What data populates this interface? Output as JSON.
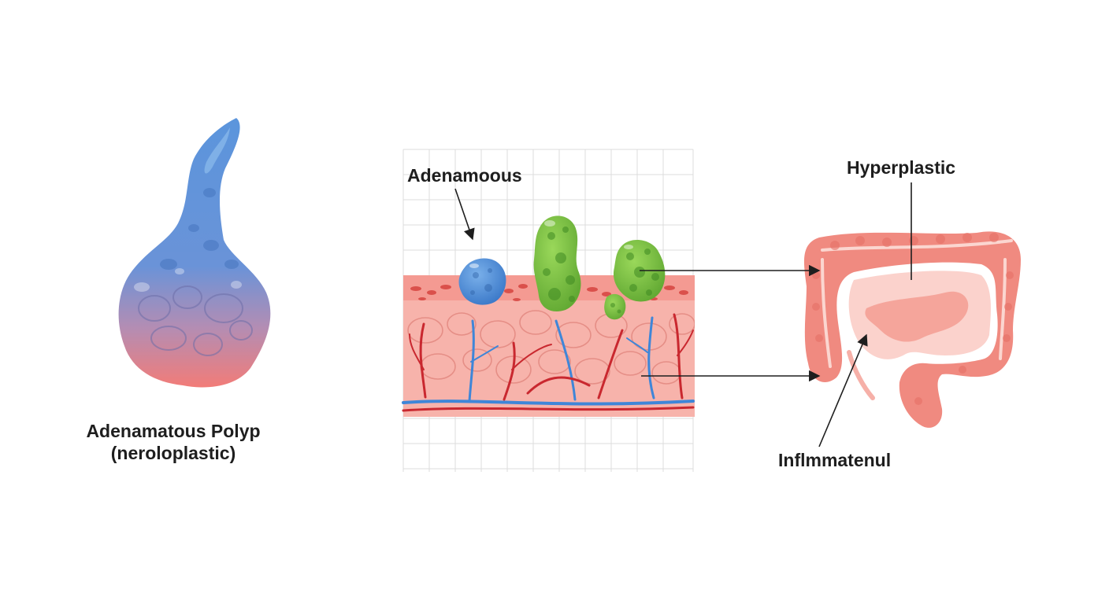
{
  "polyp": {
    "label_line1": "Adenamatous Polyp",
    "label_line2": "(neroloplastic)",
    "colors": {
      "top": "#5b95dc",
      "bottom": "#f27c78"
    }
  },
  "tissue": {
    "label": "Adenamoous",
    "colors": {
      "tissue": "#f7b3ab",
      "grid": "#dcdcdc",
      "vessel_red": "#c9282f",
      "vessel_blue": "#3f86d8",
      "adenoma": "#7cc444",
      "blue_polyp": "#4d8fdc"
    }
  },
  "colon": {
    "label_top": "Hyperplastic",
    "label_bottom": "Inflmmatenul",
    "colors": {
      "colon": "#f08a80",
      "inner": "#fbd2cc"
    }
  }
}
